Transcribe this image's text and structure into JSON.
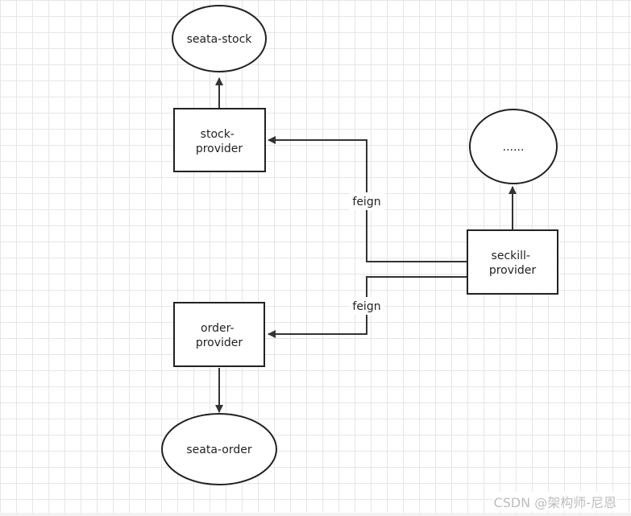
{
  "nodes": {
    "seata_stock": {
      "label": "seata-stock",
      "shape": "ellipse"
    },
    "stock_provider": {
      "lines": [
        "stock-",
        "provider"
      ],
      "shape": "rectangle"
    },
    "ellipsis": {
      "label": "......",
      "shape": "ellipse"
    },
    "seckill_provider": {
      "lines": [
        "seckill-",
        "provider"
      ],
      "shape": "rectangle"
    },
    "order_provider": {
      "lines": [
        "order-",
        "provider"
      ],
      "shape": "rectangle"
    },
    "seata_order": {
      "label": "seata-order",
      "shape": "ellipse"
    }
  },
  "edges": {
    "feign_stock": {
      "label": "feign"
    },
    "feign_order": {
      "label": "feign"
    }
  },
  "watermark": "CSDN @架构师-尼恩",
  "colors": {
    "stroke": "#222222",
    "grid": "#e6e6e6",
    "watermark": "#bdbdbd"
  }
}
